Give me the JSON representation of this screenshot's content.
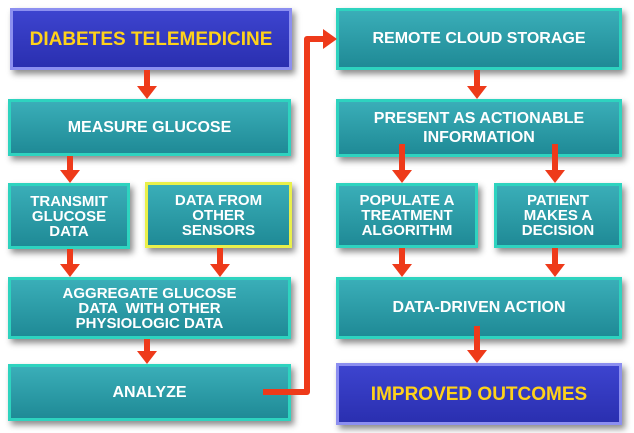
{
  "diagram": {
    "colors": {
      "teal_fill": "#2a9aa6",
      "teal_border": "#2ed3bf",
      "highlight_border": "#e9f04a",
      "blue_fill": "#3138c2",
      "blue_border": "#8c8ff0",
      "title_text": "#ffd21a",
      "arrow": "#ee3a1a"
    },
    "nodes": {
      "title": {
        "label": "DIABETES TELEMEDICINE"
      },
      "measure": {
        "label": "MEASURE GLUCOSE"
      },
      "transmit": {
        "lines": [
          "TRANSMIT",
          "GLUCOSE",
          "DATA"
        ]
      },
      "sensors": {
        "lines": [
          "DATA FROM",
          "OTHER",
          "SENSORS"
        ]
      },
      "aggregate": {
        "lines": [
          "AGGREGATE GLUCOSE",
          "DATA  WITH OTHER",
          "PHYSIOLOGIC DATA"
        ]
      },
      "analyze": {
        "label": "ANALYZE"
      },
      "cloud": {
        "label": "REMOTE CLOUD STORAGE"
      },
      "present": {
        "lines": [
          "PRESENT AS ACTIONABLE",
          "INFORMATION"
        ]
      },
      "populate": {
        "lines": [
          "POPULATE A",
          "TREATMENT",
          "ALGORITHM"
        ]
      },
      "patient": {
        "lines": [
          "PATIENT",
          "MAKES A",
          "DECISION"
        ]
      },
      "action": {
        "label": "DATA-DRIVEN ACTION"
      },
      "outcomes": {
        "label": "IMPROVED OUTCOMES"
      }
    },
    "edges": [
      {
        "from": "title",
        "to": "measure"
      },
      {
        "from": "measure",
        "to": "transmit"
      },
      {
        "from": "transmit",
        "to": "aggregate"
      },
      {
        "from": "sensors",
        "to": "aggregate"
      },
      {
        "from": "aggregate",
        "to": "analyze"
      },
      {
        "from": "analyze",
        "to": "cloud"
      },
      {
        "from": "cloud",
        "to": "present"
      },
      {
        "from": "present",
        "to": "populate"
      },
      {
        "from": "present",
        "to": "patient"
      },
      {
        "from": "populate",
        "to": "action"
      },
      {
        "from": "patient",
        "to": "action"
      },
      {
        "from": "action",
        "to": "outcomes"
      }
    ]
  }
}
